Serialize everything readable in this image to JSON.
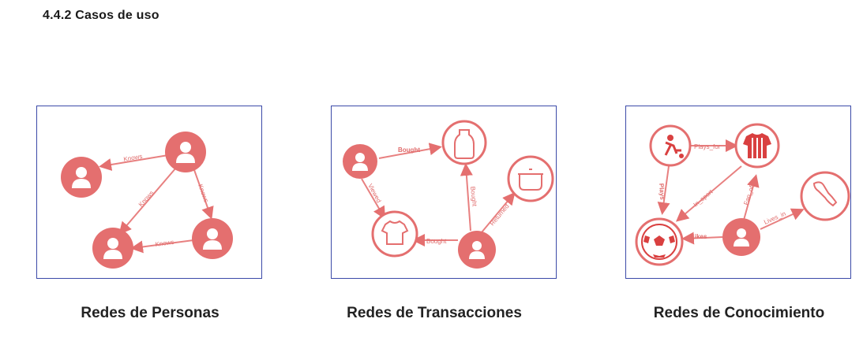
{
  "section": {
    "title": "4.4.2 Casos de uso"
  },
  "panels": [
    {
      "caption": "Redes de Personas",
      "edges": {
        "e1": "Knows",
        "e2": "Knows",
        "e3": "Knows",
        "e4": "Knows"
      }
    },
    {
      "caption": "Redes de Transacciones",
      "edges": {
        "e1": "Bought",
        "e2": "Viewed",
        "e3": "Bought",
        "e4": "Bought",
        "e5": "Returned"
      }
    },
    {
      "caption": "Redes de Conocimiento",
      "edges": {
        "e1": "Plays_for",
        "e2": "Plays",
        "e3": "In_sport",
        "e4": "Fan_of",
        "e5": "Likes",
        "e6": "Lives_in"
      }
    }
  ],
  "colors": {
    "node": "#e46f6f",
    "edge": "#e88080",
    "frame": "#3b4aa8"
  }
}
